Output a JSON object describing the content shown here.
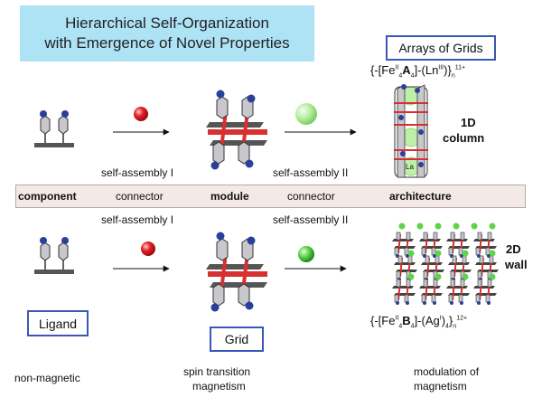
{
  "title": {
    "line1": "Hierarchical Self-Organization",
    "line2": "with Emergence of Novel Properties"
  },
  "arrays_label": "Arrays of Grids",
  "formula_top": {
    "open": "{-[Fe",
    "fe_ox": "II",
    "fe_sub": "4",
    "ligand": "A",
    "ligand_sub": "4",
    "mid": "]-(Ln",
    "ln_ox": "III",
    "close": ")}",
    "n": "n",
    "charge": "11+"
  },
  "formula_bottom": {
    "open": "{-[Fe",
    "fe_ox": "II",
    "fe_sub": "4",
    "ligand": "B",
    "ligand_sub": "4",
    "mid": "]-(Ag",
    "ag_ox": "I",
    "close": ")",
    "close_sub": "4",
    "tail": "}",
    "n": "n",
    "charge": "12+"
  },
  "col_label_1": "1D",
  "col_label_2": "column",
  "wall_label_1": "2D",
  "wall_label_2": "wall",
  "la_label": "La",
  "band": {
    "component": "component",
    "connector1": "connector",
    "module": "module",
    "connector2": "connector",
    "architecture": "architecture"
  },
  "sa_top_1": "self-assembly I",
  "sa_top_2": "self-assembly II",
  "sa_bot_1": "self-assembly I",
  "sa_bot_2": "self-assembly II",
  "ligand_box": "Ligand",
  "grid_box": "Grid",
  "bottom": {
    "nonmag": "non-magnetic",
    "spin1": "spin transition",
    "spin2": "magnetism",
    "mod1": "modulation of",
    "mod2": "magnetism"
  },
  "colors": {
    "title_bg": "#aee3f6",
    "box_border": "#3a57b8",
    "red_ball": "#e8232a",
    "green_ball": "#8fe07a",
    "blue_dot": "#2a3f9a",
    "ligand_fill": "#c8c8cc",
    "grid_red": "#d83030"
  }
}
